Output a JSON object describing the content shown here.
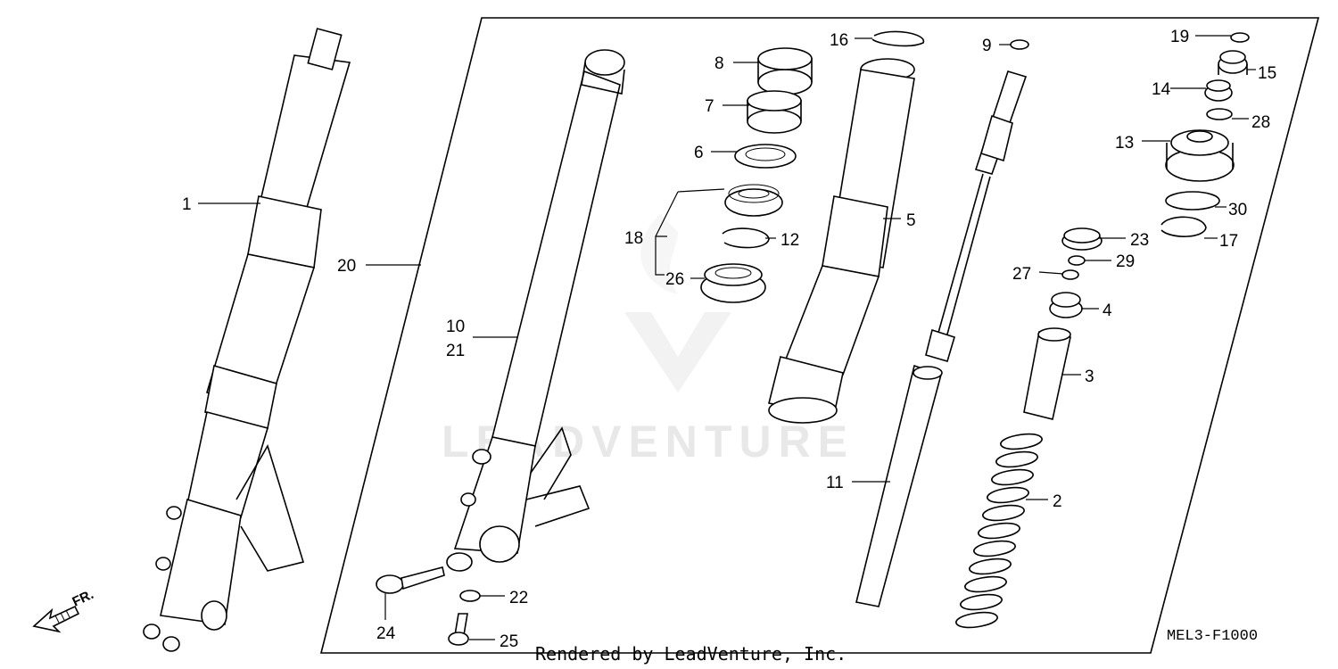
{
  "diagram": {
    "drawing_code": "MEL3-F1000",
    "rendered_by": "Rendered by LeadVenture, Inc.",
    "watermark": "LEADVENTURE",
    "front_indicator": "FR.",
    "callouts": {
      "c1": "1",
      "c2": "2",
      "c3": "3",
      "c4": "4",
      "c5": "5",
      "c6": "6",
      "c7": "7",
      "c8": "8",
      "c9": "9",
      "c10": "10",
      "c21": "21",
      "c11": "11",
      "c12": "12",
      "c13": "13",
      "c14": "14",
      "c15": "15",
      "c16": "16",
      "c17": "17",
      "c18": "18",
      "c19": "19",
      "c20": "20",
      "c22": "22",
      "c23": "23",
      "c24": "24",
      "c25": "25",
      "c26": "26",
      "c27": "27",
      "c28": "28",
      "c29": "29",
      "c30": "30"
    }
  }
}
